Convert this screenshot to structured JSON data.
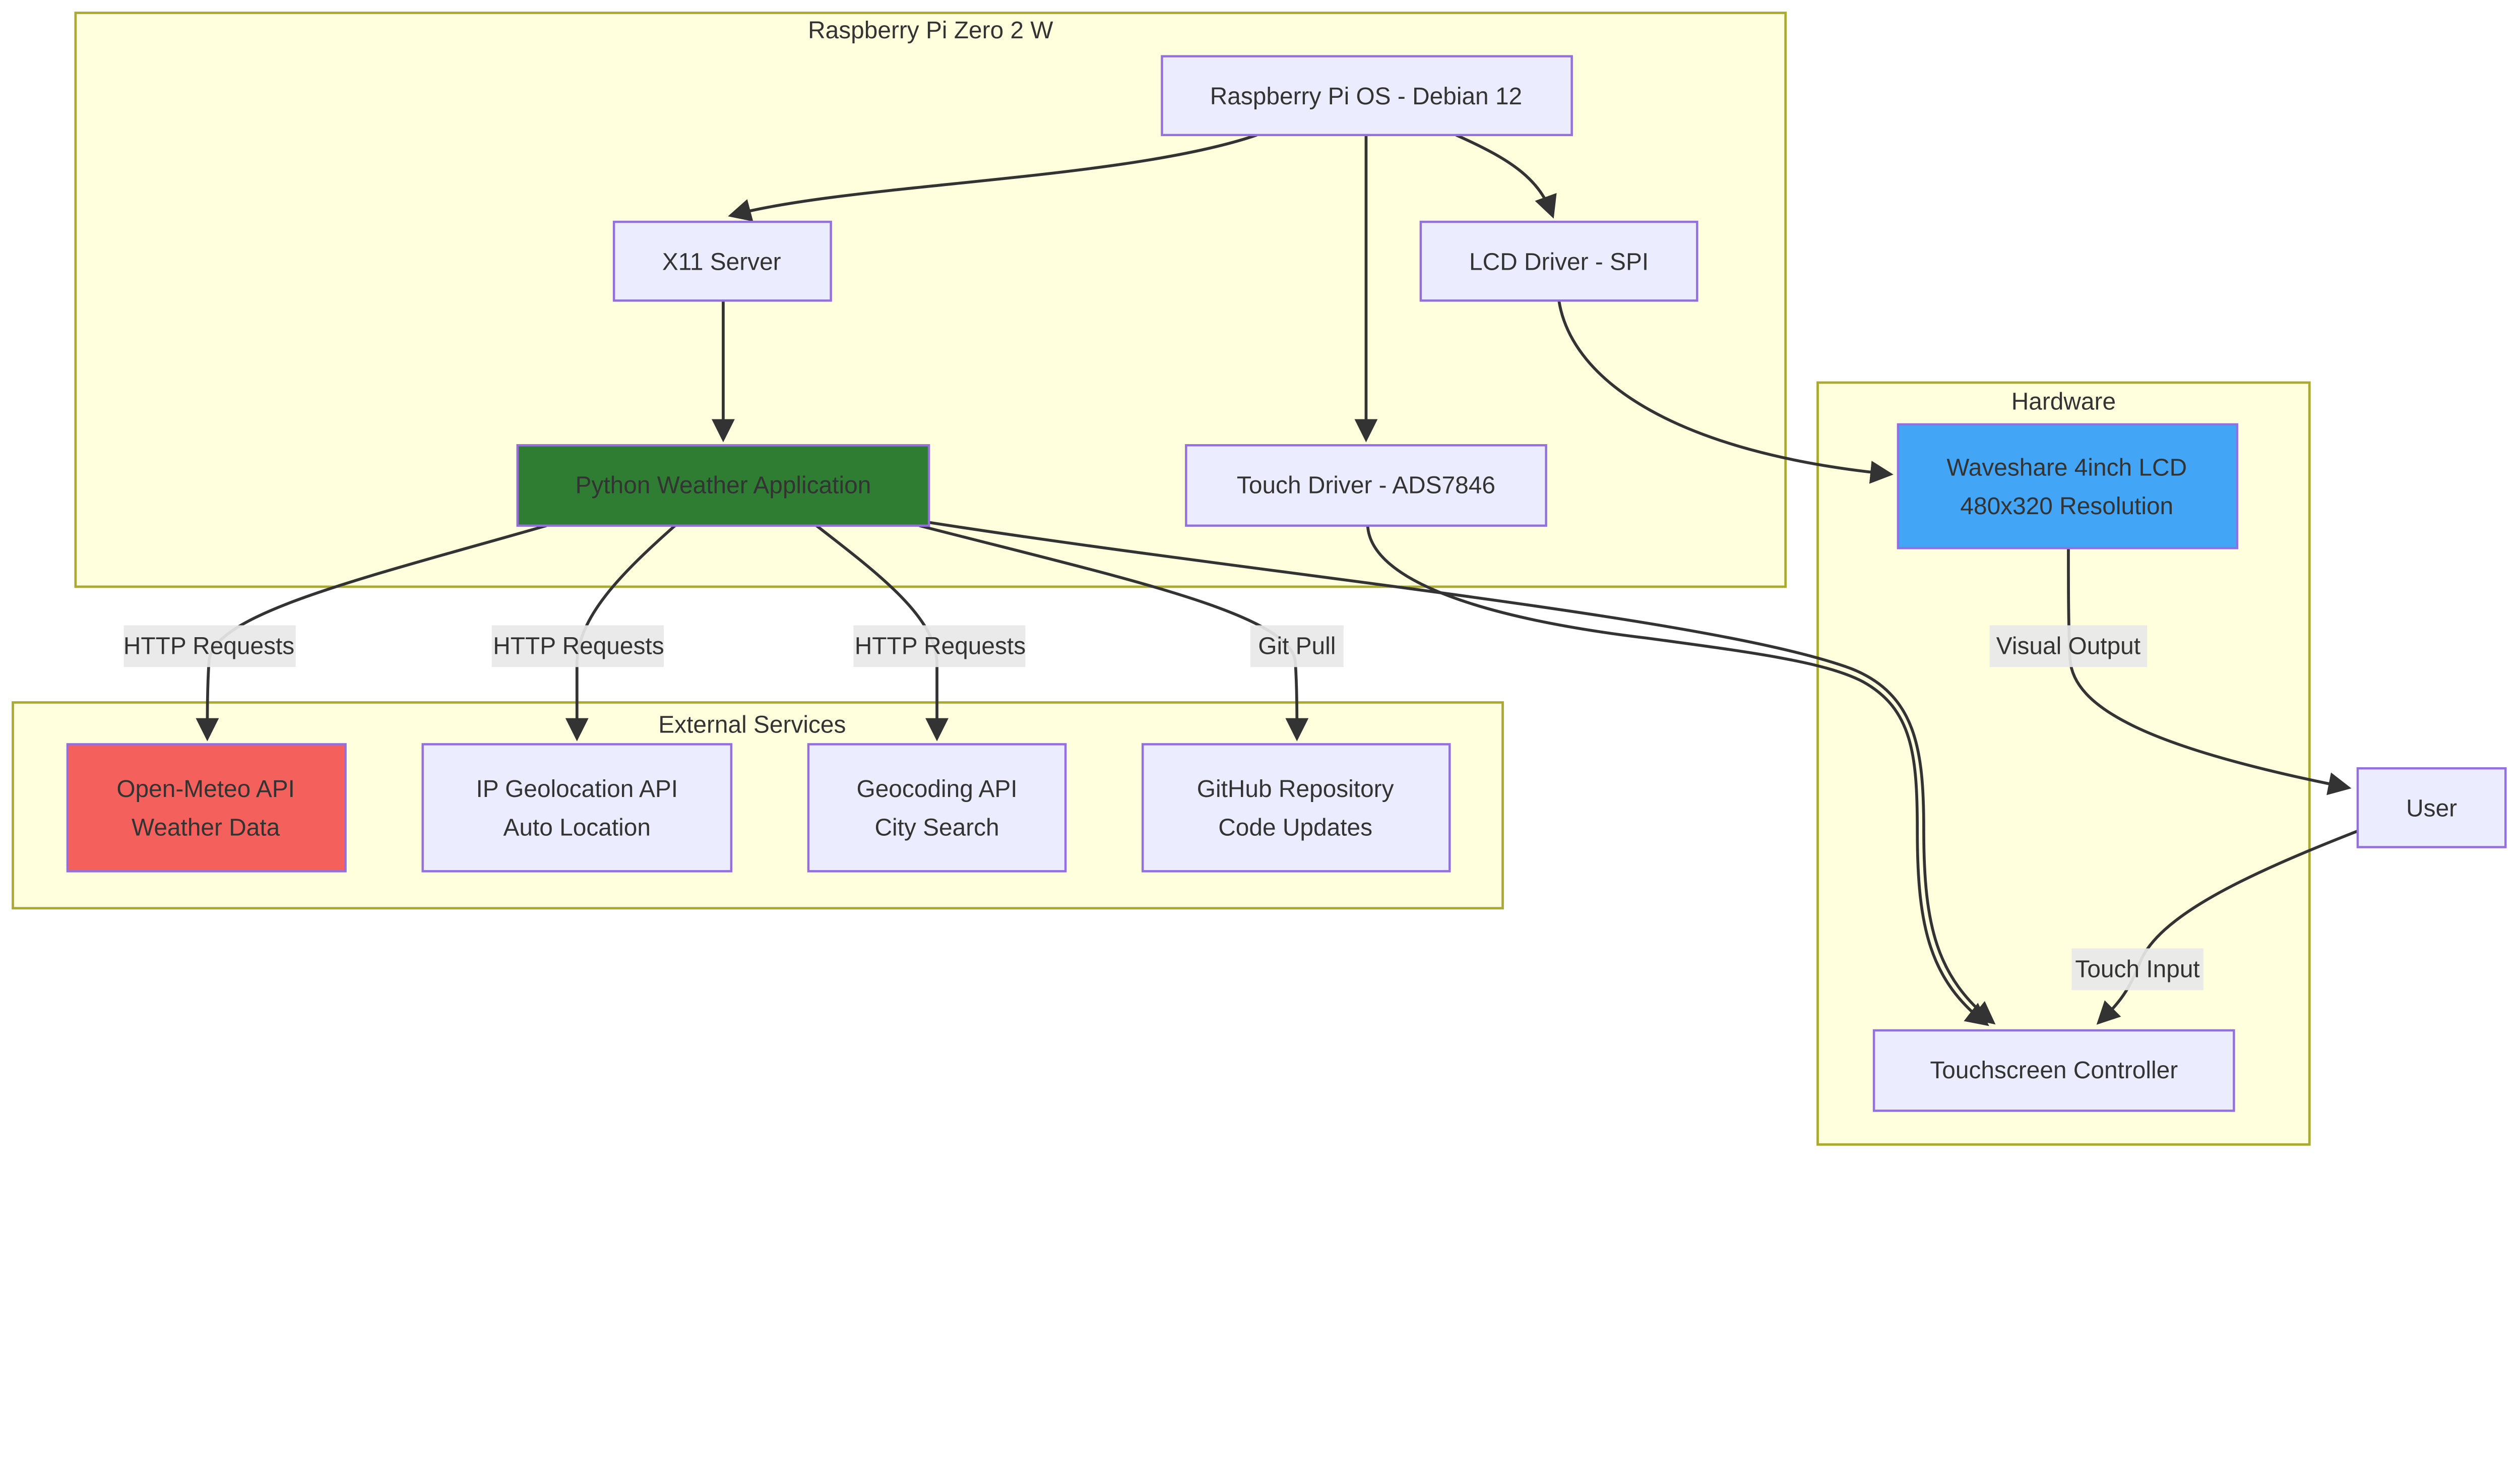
{
  "diagram": {
    "clusters": {
      "rpi": {
        "label": "Raspberry Pi Zero 2 W"
      },
      "hardware": {
        "label": "Hardware"
      },
      "external": {
        "label": "External Services"
      }
    },
    "nodes": {
      "os": {
        "label": "Raspberry Pi OS - Debian 12"
      },
      "x11": {
        "label": "X11 Server"
      },
      "lcd_driver": {
        "label": "LCD Driver - SPI"
      },
      "app": {
        "label": "Python Weather Application"
      },
      "touch_driver": {
        "label": "Touch Driver - ADS7846"
      },
      "waveshare": {
        "line1": "Waveshare 4inch LCD",
        "line2": "480x320 Resolution"
      },
      "open_meteo": {
        "line1": "Open-Meteo API",
        "line2": "Weather Data"
      },
      "ip_geo": {
        "line1": "IP Geolocation API",
        "line2": "Auto Location"
      },
      "geocoding": {
        "line1": "Geocoding API",
        "line2": "City Search"
      },
      "github": {
        "line1": "GitHub Repository",
        "line2": "Code Updates"
      },
      "user": {
        "label": "User"
      },
      "touchscreen": {
        "label": "Touchscreen Controller"
      }
    },
    "edge_labels": {
      "http1": "HTTP Requests",
      "http2": "HTTP Requests",
      "http3": "HTTP Requests",
      "git_pull": "Git Pull",
      "visual_output": "Visual Output",
      "touch_input": "Touch Input"
    },
    "colors": {
      "cluster_fill": "#ffffde",
      "cluster_border": "#aaaa33",
      "node_fill": "#ececff",
      "node_border": "#9370db",
      "app_fill": "#2e7d32",
      "weather_api_fill": "#f4615c",
      "lcd_fill": "#42a5f5",
      "edge": "#333333",
      "edge_label_bg": "#e8e8e8",
      "text": "#333333"
    }
  }
}
